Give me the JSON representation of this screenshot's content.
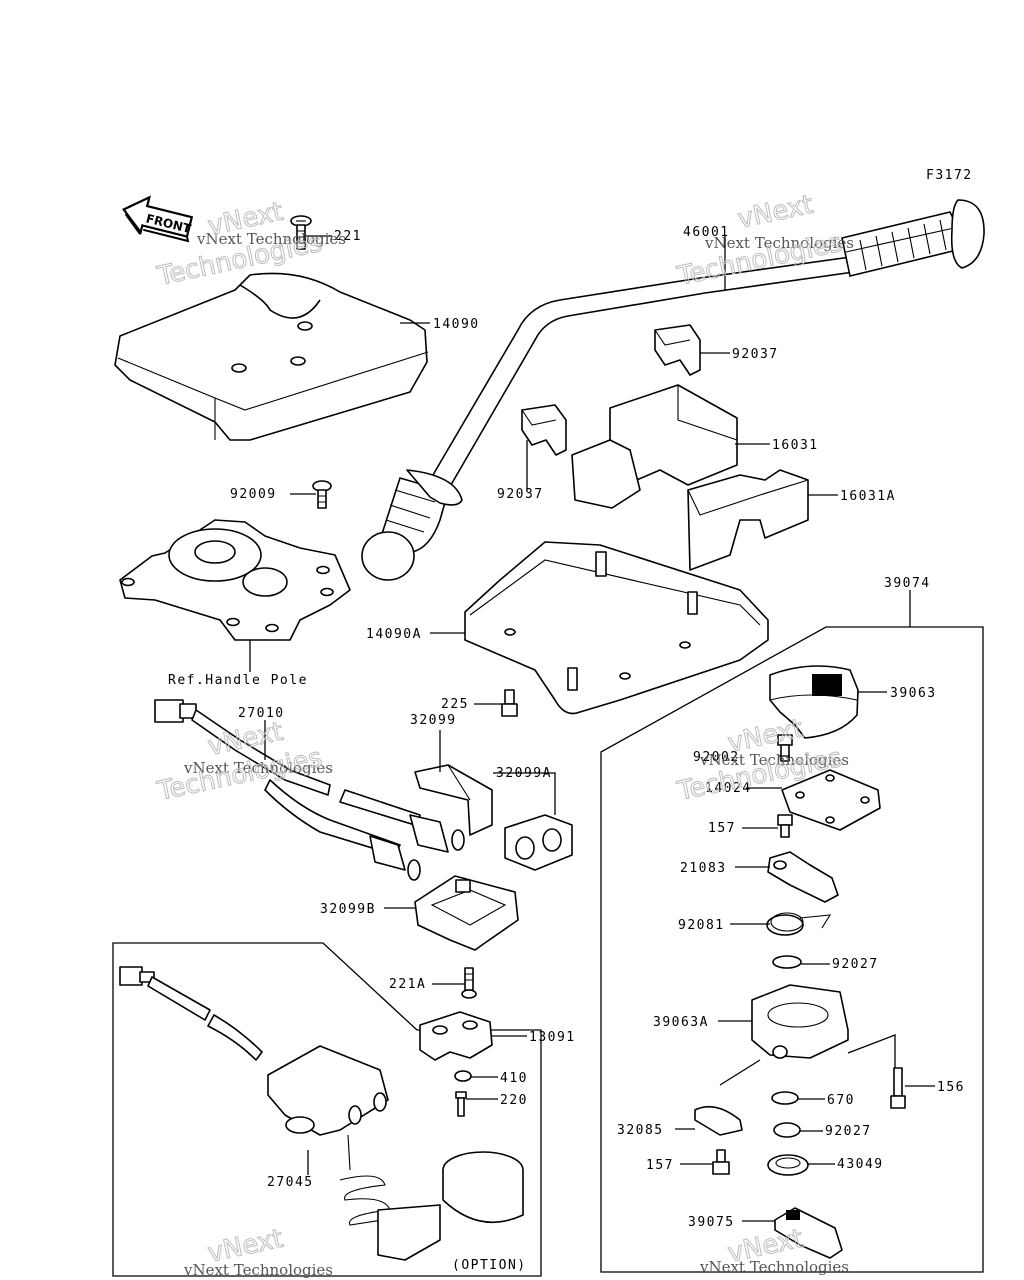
{
  "figure_code": "F3172",
  "front_label": "FRONT",
  "option_label": "(OPTION)",
  "ref_label": "Ref.Handle Pole",
  "watermark": {
    "line1": "vNext Technologies",
    "line2": "vNext",
    "line3": "Technologies"
  },
  "parts": [
    {
      "id": "221",
      "label": "221"
    },
    {
      "id": "46001",
      "label": "46001"
    },
    {
      "id": "14090",
      "label": "14090"
    },
    {
      "id": "92037a",
      "label": "92037"
    },
    {
      "id": "16031",
      "label": "16031"
    },
    {
      "id": "92037b",
      "label": "92037"
    },
    {
      "id": "92009",
      "label": "92009"
    },
    {
      "id": "16031A",
      "label": "16031A"
    },
    {
      "id": "39074",
      "label": "39074"
    },
    {
      "id": "14090A",
      "label": "14090A"
    },
    {
      "id": "39063",
      "label": "39063"
    },
    {
      "id": "225",
      "label": "225"
    },
    {
      "id": "27010",
      "label": "27010"
    },
    {
      "id": "32099",
      "label": "32099"
    },
    {
      "id": "92002",
      "label": "92002"
    },
    {
      "id": "14024",
      "label": "14024"
    },
    {
      "id": "32099A",
      "label": "32099A"
    },
    {
      "id": "157a",
      "label": "157"
    },
    {
      "id": "21083",
      "label": "21083"
    },
    {
      "id": "32099B",
      "label": "32099B"
    },
    {
      "id": "92081",
      "label": "92081"
    },
    {
      "id": "92027a",
      "label": "92027"
    },
    {
      "id": "221A",
      "label": "221A"
    },
    {
      "id": "39063A",
      "label": "39063A"
    },
    {
      "id": "13091",
      "label": "13091"
    },
    {
      "id": "410",
      "label": "410"
    },
    {
      "id": "156",
      "label": "156"
    },
    {
      "id": "220",
      "label": "220"
    },
    {
      "id": "670",
      "label": "670"
    },
    {
      "id": "32085",
      "label": "32085"
    },
    {
      "id": "92027b",
      "label": "92027"
    },
    {
      "id": "157b",
      "label": "157"
    },
    {
      "id": "43049",
      "label": "43049"
    },
    {
      "id": "27045",
      "label": "27045"
    },
    {
      "id": "39075",
      "label": "39075"
    }
  ]
}
